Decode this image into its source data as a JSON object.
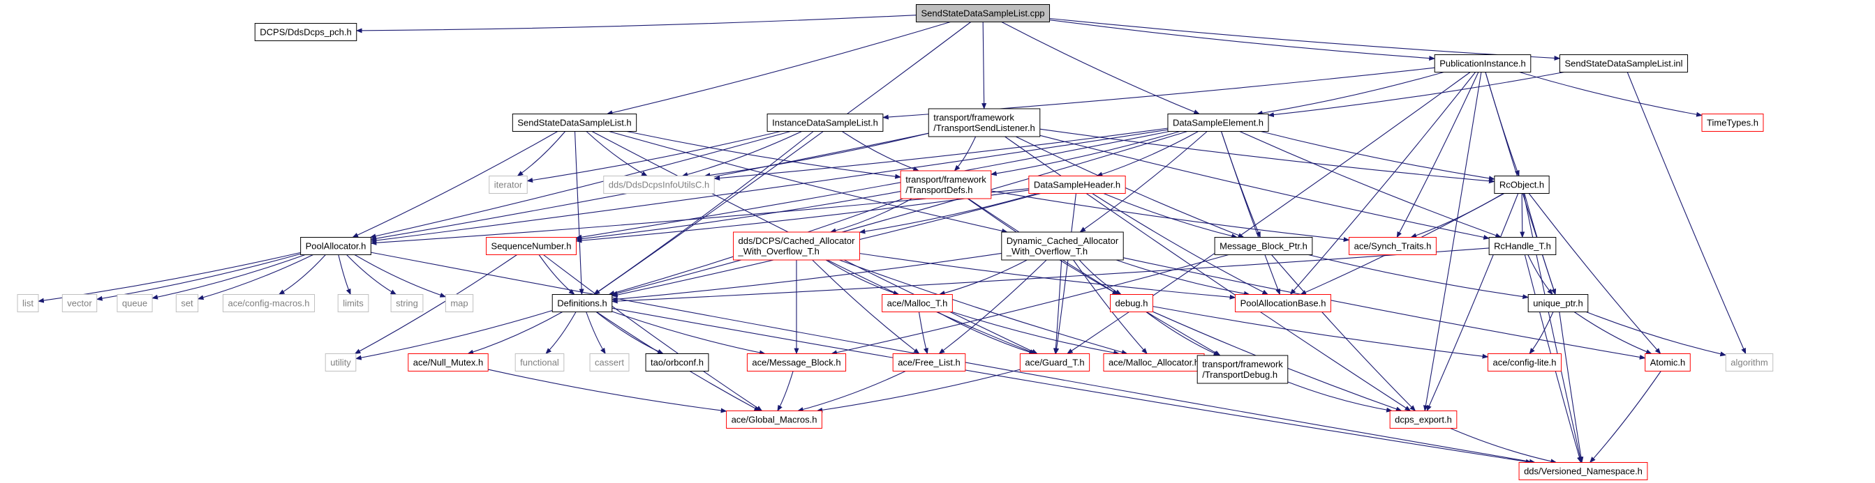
{
  "diagram": {
    "root": "n0",
    "nodes": [
      {
        "id": "n0",
        "label": "SendStateDataSampleList.cpp",
        "style": "root"
      },
      {
        "id": "n1",
        "label": "DCPS/DdsDcps_pch.h",
        "style": "black"
      },
      {
        "id": "n2",
        "label": "SendStateDataSampleList.h",
        "style": "black"
      },
      {
        "id": "n3",
        "label": "transport/framework\n/TransportSendListener.h",
        "style": "black"
      },
      {
        "id": "n4",
        "label": "DataSampleElement.h",
        "style": "black"
      },
      {
        "id": "n5",
        "label": "PublicationInstance.h",
        "style": "black"
      },
      {
        "id": "n6",
        "label": "SendStateDataSampleList.inl",
        "style": "black"
      },
      {
        "id": "n7",
        "label": "InstanceDataSampleList.h",
        "style": "black"
      },
      {
        "id": "n8",
        "label": "TimeTypes.h",
        "style": "red"
      },
      {
        "id": "n9",
        "label": "iterator",
        "style": "gray"
      },
      {
        "id": "n10",
        "label": "dds/DdsDcpsInfoUtilsC.h",
        "style": "gray"
      },
      {
        "id": "n11",
        "label": "transport/framework\n/TransportDefs.h",
        "style": "red"
      },
      {
        "id": "n12",
        "label": "DataSampleHeader.h",
        "style": "red"
      },
      {
        "id": "n13",
        "label": "RcObject.h",
        "style": "black"
      },
      {
        "id": "n14",
        "label": "PoolAllocator.h",
        "style": "black"
      },
      {
        "id": "n15",
        "label": "SequenceNumber.h",
        "style": "red"
      },
      {
        "id": "n16",
        "label": "dds/DCPS/Cached_Allocator\n_With_Overflow_T.h",
        "style": "red"
      },
      {
        "id": "n17",
        "label": "Dynamic_Cached_Allocator\n_With_Overflow_T.h",
        "style": "black"
      },
      {
        "id": "n18",
        "label": "Message_Block_Ptr.h",
        "style": "black"
      },
      {
        "id": "n19",
        "label": "ace/Synch_Traits.h",
        "style": "red"
      },
      {
        "id": "n20",
        "label": "RcHandle_T.h",
        "style": "black"
      },
      {
        "id": "n21",
        "label": "list",
        "style": "gray"
      },
      {
        "id": "n22",
        "label": "vector",
        "style": "gray"
      },
      {
        "id": "n23",
        "label": "queue",
        "style": "gray"
      },
      {
        "id": "n24",
        "label": "set",
        "style": "gray"
      },
      {
        "id": "n25",
        "label": "ace/config-macros.h",
        "style": "gray"
      },
      {
        "id": "n26",
        "label": "limits",
        "style": "gray"
      },
      {
        "id": "n27",
        "label": "string",
        "style": "gray"
      },
      {
        "id": "n28",
        "label": "map",
        "style": "gray"
      },
      {
        "id": "n29",
        "label": "Definitions.h",
        "style": "black"
      },
      {
        "id": "n30",
        "label": "ace/Malloc_T.h",
        "style": "red"
      },
      {
        "id": "n31",
        "label": "debug.h",
        "style": "red"
      },
      {
        "id": "n32",
        "label": "PoolAllocationBase.h",
        "style": "red"
      },
      {
        "id": "n33",
        "label": "unique_ptr.h",
        "style": "black"
      },
      {
        "id": "n34",
        "label": "utility",
        "style": "gray"
      },
      {
        "id": "n35",
        "label": "ace/Null_Mutex.h",
        "style": "red"
      },
      {
        "id": "n36",
        "label": "functional",
        "style": "gray"
      },
      {
        "id": "n37",
        "label": "cassert",
        "style": "gray"
      },
      {
        "id": "n38",
        "label": "tao/orbconf.h",
        "style": "black"
      },
      {
        "id": "n39",
        "label": "ace/Message_Block.h",
        "style": "red"
      },
      {
        "id": "n40",
        "label": "ace/Free_List.h",
        "style": "red"
      },
      {
        "id": "n41",
        "label": "ace/Guard_T.h",
        "style": "red"
      },
      {
        "id": "n42",
        "label": "ace/Malloc_Allocator.h",
        "style": "red"
      },
      {
        "id": "n43",
        "label": "transport/framework\n/TransportDebug.h",
        "style": "black"
      },
      {
        "id": "n44",
        "label": "ace/config-lite.h",
        "style": "red"
      },
      {
        "id": "n45",
        "label": "Atomic.h",
        "style": "red"
      },
      {
        "id": "n46",
        "label": "algorithm",
        "style": "gray"
      },
      {
        "id": "n47",
        "label": "ace/Global_Macros.h",
        "style": "red"
      },
      {
        "id": "n48",
        "label": "dcps_export.h",
        "style": "red"
      },
      {
        "id": "n49",
        "label": "dds/Versioned_Namespace.h",
        "style": "red"
      }
    ],
    "edges": [
      [
        "n0",
        "n1"
      ],
      [
        "n0",
        "n2"
      ],
      [
        "n0",
        "n3"
      ],
      [
        "n0",
        "n4"
      ],
      [
        "n0",
        "n5"
      ],
      [
        "n0",
        "n6"
      ],
      [
        "n0",
        "n29"
      ],
      [
        "n2",
        "n14"
      ],
      [
        "n2",
        "n9"
      ],
      [
        "n2",
        "n10"
      ],
      [
        "n2",
        "n11"
      ],
      [
        "n2",
        "n17"
      ],
      [
        "n2",
        "n29"
      ],
      [
        "n2",
        "n41"
      ],
      [
        "n3",
        "n10"
      ],
      [
        "n3",
        "n11"
      ],
      [
        "n3",
        "n18"
      ],
      [
        "n3",
        "n13"
      ],
      [
        "n3",
        "n20"
      ],
      [
        "n3",
        "n14"
      ],
      [
        "n3",
        "n48"
      ],
      [
        "n4",
        "n10"
      ],
      [
        "n4",
        "n11"
      ],
      [
        "n4",
        "n12"
      ],
      [
        "n4",
        "n17"
      ],
      [
        "n4",
        "n18"
      ],
      [
        "n4",
        "n13"
      ],
      [
        "n4",
        "n20"
      ],
      [
        "n4",
        "n14"
      ],
      [
        "n4",
        "n32"
      ],
      [
        "n4",
        "n29"
      ],
      [
        "n4",
        "n15"
      ],
      [
        "n5",
        "n7"
      ],
      [
        "n5",
        "n4"
      ],
      [
        "n5",
        "n8"
      ],
      [
        "n5",
        "n13"
      ],
      [
        "n5",
        "n19"
      ],
      [
        "n5",
        "n33"
      ],
      [
        "n5",
        "n32"
      ],
      [
        "n5",
        "n48"
      ],
      [
        "n5",
        "n41"
      ],
      [
        "n6",
        "n4"
      ],
      [
        "n6",
        "n46"
      ],
      [
        "n7",
        "n10"
      ],
      [
        "n7",
        "n11"
      ],
      [
        "n7",
        "n29"
      ],
      [
        "n7",
        "n9"
      ],
      [
        "n7",
        "n14"
      ],
      [
        "n11",
        "n15"
      ],
      [
        "n11",
        "n16"
      ],
      [
        "n11",
        "n29"
      ],
      [
        "n11",
        "n19"
      ],
      [
        "n11",
        "n31"
      ],
      [
        "n11",
        "n43"
      ],
      [
        "n12",
        "n15"
      ],
      [
        "n12",
        "n16"
      ],
      [
        "n12",
        "n18"
      ],
      [
        "n12",
        "n29"
      ],
      [
        "n12",
        "n32"
      ],
      [
        "n12",
        "n41"
      ],
      [
        "n12",
        "n14"
      ],
      [
        "n13",
        "n19"
      ],
      [
        "n13",
        "n20"
      ],
      [
        "n13",
        "n32"
      ],
      [
        "n13",
        "n33"
      ],
      [
        "n13",
        "n45"
      ],
      [
        "n13",
        "n48"
      ],
      [
        "n13",
        "n49"
      ],
      [
        "n14",
        "n21"
      ],
      [
        "n14",
        "n22"
      ],
      [
        "n14",
        "n23"
      ],
      [
        "n14",
        "n24"
      ],
      [
        "n14",
        "n25"
      ],
      [
        "n14",
        "n26"
      ],
      [
        "n14",
        "n27"
      ],
      [
        "n14",
        "n28"
      ],
      [
        "n14",
        "n49"
      ],
      [
        "n15",
        "n29"
      ],
      [
        "n15",
        "n34"
      ],
      [
        "n15",
        "n47"
      ],
      [
        "n16",
        "n30"
      ],
      [
        "n16",
        "n40"
      ],
      [
        "n16",
        "n41"
      ],
      [
        "n16",
        "n39"
      ],
      [
        "n16",
        "n42"
      ],
      [
        "n16",
        "n32"
      ],
      [
        "n17",
        "n29"
      ],
      [
        "n17",
        "n30"
      ],
      [
        "n17",
        "n40"
      ],
      [
        "n17",
        "n41"
      ],
      [
        "n17",
        "n31"
      ],
      [
        "n17",
        "n32"
      ],
      [
        "n17",
        "n42"
      ],
      [
        "n17",
        "n45"
      ],
      [
        "n18",
        "n48"
      ],
      [
        "n18",
        "n33"
      ],
      [
        "n18",
        "n39"
      ],
      [
        "n20",
        "n33"
      ],
      [
        "n20",
        "n29"
      ],
      [
        "n20",
        "n49"
      ],
      [
        "n29",
        "n34"
      ],
      [
        "n29",
        "n35"
      ],
      [
        "n29",
        "n36"
      ],
      [
        "n29",
        "n37"
      ],
      [
        "n29",
        "n38"
      ],
      [
        "n29",
        "n39"
      ],
      [
        "n29",
        "n47"
      ],
      [
        "n29",
        "n49"
      ],
      [
        "n30",
        "n40"
      ],
      [
        "n30",
        "n41"
      ],
      [
        "n30",
        "n42"
      ],
      [
        "n31",
        "n43"
      ],
      [
        "n31",
        "n48"
      ],
      [
        "n31",
        "n44"
      ],
      [
        "n33",
        "n44"
      ],
      [
        "n33",
        "n45"
      ],
      [
        "n33",
        "n46"
      ],
      [
        "n33",
        "n49"
      ],
      [
        "n35",
        "n47"
      ],
      [
        "n39",
        "n47"
      ],
      [
        "n40",
        "n47"
      ],
      [
        "n41",
        "n47"
      ],
      [
        "n43",
        "n48"
      ],
      [
        "n45",
        "n49"
      ],
      [
        "n48",
        "n49"
      ]
    ]
  },
  "colors": {
    "root_fill": "#bfbfbf",
    "black_border": "#000000",
    "red_border": "#ff0000",
    "gray_border": "#bfbfbf",
    "gray_text": "#7f7f7f",
    "edge": "#191970"
  }
}
